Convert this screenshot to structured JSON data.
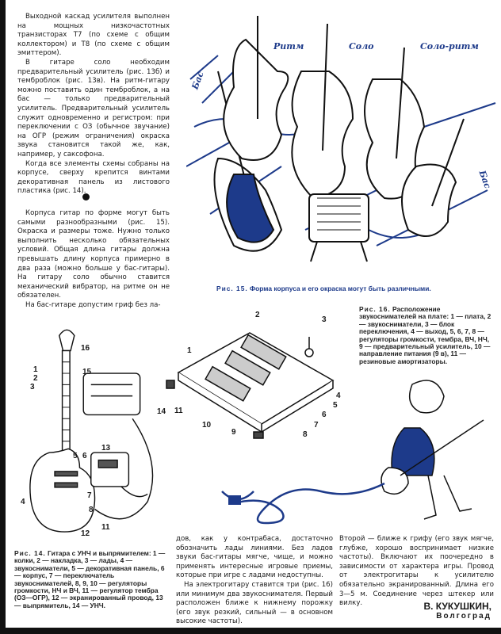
{
  "left_column": {
    "paragraphs": [
      "Выходной каскад усилителя выполнен на мощных низкочастотных транзисторах T7 (по схеме с общим коллектором) и T8 (по схеме с общим эмиттером).",
      "В гитаре соло необходим предварительный усилитель (рис. 13б) и темброблок (рис. 13в). На ритм-гитару можно поставить один темброблок, а на бас — только предварительный усилитель. Предварительный усилитель служит одновременно и регистром: при переключении с ОЗ (обычное звучание) на ОГР (режим ограничения) окраска звука становится такой же, как, например, у саксофона.",
      "Когда все элементы схемы собраны на корпусе, сверху крепится винтами декоративная панель из листового пластика (рис. 14).",
      "Корпуса гитар по форме могут быть самыми разнообразными (рис. 15). Окраска и размеры тоже. Нужно только выполнить несколько обязательных условий. Общая длина гитары должна превышать длину корпуса примерно в два раза (можно больше у бас-гитары). На гитару соло обычно ставится механический вибратор, на ритме он не обязателен.",
      "На бас-гитаре допустим гриф без ла-"
    ]
  },
  "fig15": {
    "labels": {
      "bass1": "Бас",
      "rhythm": "Ритм",
      "solo": "Соло",
      "solo_rhythm": "Соло-ритм",
      "bass2": "Бас"
    },
    "caption_lead": "Рис. 15.",
    "caption": "Форма корпуса и его окраска могут быть различными."
  },
  "fig16": {
    "caption_lead": "Рис. 16.",
    "caption": "Расположение звукоснимателей на плате: 1 — плата, 2 — звукосниматели, 3 — блок переключения, 4 — выход, 5, 6, 7, 8 — регуляторы громкости, тембра, ВЧ, НЧ, 9 — предварительный усилитель, 10 — направление питания (9 в), 11 — резиновые амортизаторы.",
    "numbers": [
      "1",
      "2",
      "3",
      "4",
      "5",
      "6",
      "7",
      "8",
      "9",
      "10",
      "11"
    ]
  },
  "fig14": {
    "caption_lead": "Рис. 14.",
    "caption": "Гитара с УНЧ и выпрямителем: 1 — колки, 2 — накладка, 3 — лады, 4 — звукосниматели, 5 — декоративная панель, 6 — корпус, 7 — переключатель звукоснимателей, 8, 9, 10 — регуляторы громкости, НЧ и ВЧ, 11 — регулятор тембра (ОЗ—ОГР), 12 — экранированный провод, 13 — выпрямитель, 14 — УНЧ.",
    "numbers": [
      "1",
      "2",
      "3",
      "16",
      "15",
      "4",
      "5",
      "6",
      "7",
      "8",
      "13",
      "14",
      "11",
      "12"
    ]
  },
  "middle_column": {
    "paragraphs": [
      "дов, как у контрабаса, достаточно обозначить лады линиями. Без ладов звуки бас-гитары мягче, чище, и можно применять интересные игровые приемы, которые при игре с ладами недоступны.",
      "На электрогитару ставится три (рис. 16) или минимум два звукоснимателя. Первый расположен ближе к нижнему порожку (его звук резкий, сильный — в основном высокие частоты)."
    ]
  },
  "right_column": {
    "paragraphs": [
      "Второй — ближе к грифу (его звук мягче, глубже, хорошо воспринимает низкие частоты). Включают их поочередно в зависимости от характера игры. Провод от электрогитары к усилителю обязательно экранированный. Длина его 3—5 м. Соединение через штекер или вилку."
    ]
  },
  "signature": {
    "name": "В. КУКУШКИН,",
    "city": "Волгоград"
  },
  "colors": {
    "ink": "#1a1a1a",
    "blue": "#1d3a8a"
  }
}
